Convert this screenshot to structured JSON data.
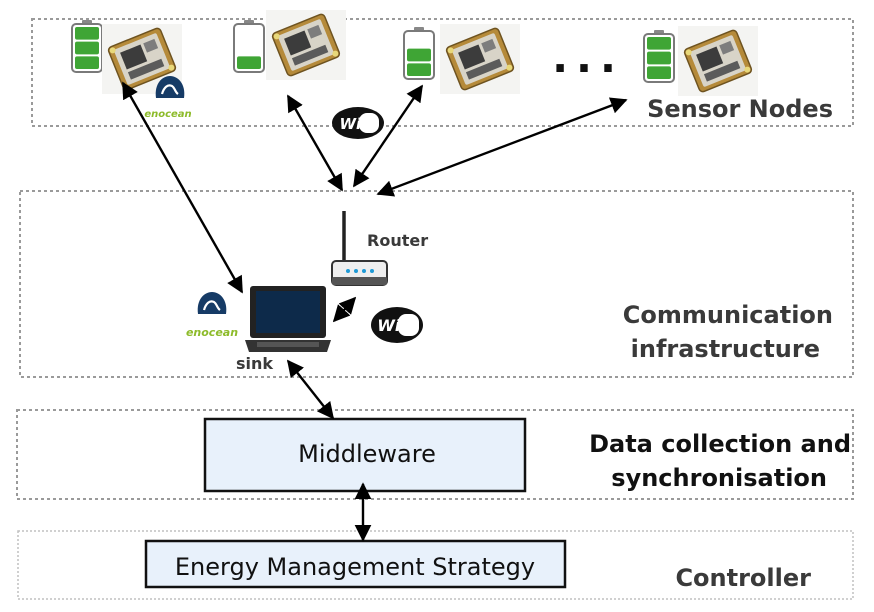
{
  "layers": {
    "sensor_nodes": {
      "label": "Sensor Nodes"
    },
    "communication": {
      "label_line1": "Communication",
      "label_line2": "infrastructure"
    },
    "data_collection": {
      "label_line1": "Data collection and",
      "label_line2": "synchronisation"
    },
    "controller": {
      "label": "Controller"
    }
  },
  "boxes": {
    "middleware": "Middleware",
    "energy_strategy": "Energy Management Strategy"
  },
  "devices": {
    "router": "Router",
    "sink": "sink"
  },
  "logos": {
    "enocean": "enocean",
    "wifi": "WiFi"
  },
  "ellipsis": "...",
  "battery_levels": [
    1.0,
    0.33,
    0.67,
    1.0
  ],
  "colors": {
    "battery_green": "#3fa535",
    "board_blue": "#2a6ea3",
    "enocean_navy": "#163b66",
    "enocean_green": "#8dbb2a",
    "box_fill": "#e8f1fb",
    "dotted_border": "#9a9a9a",
    "label_gray": "#3a3a3a"
  }
}
